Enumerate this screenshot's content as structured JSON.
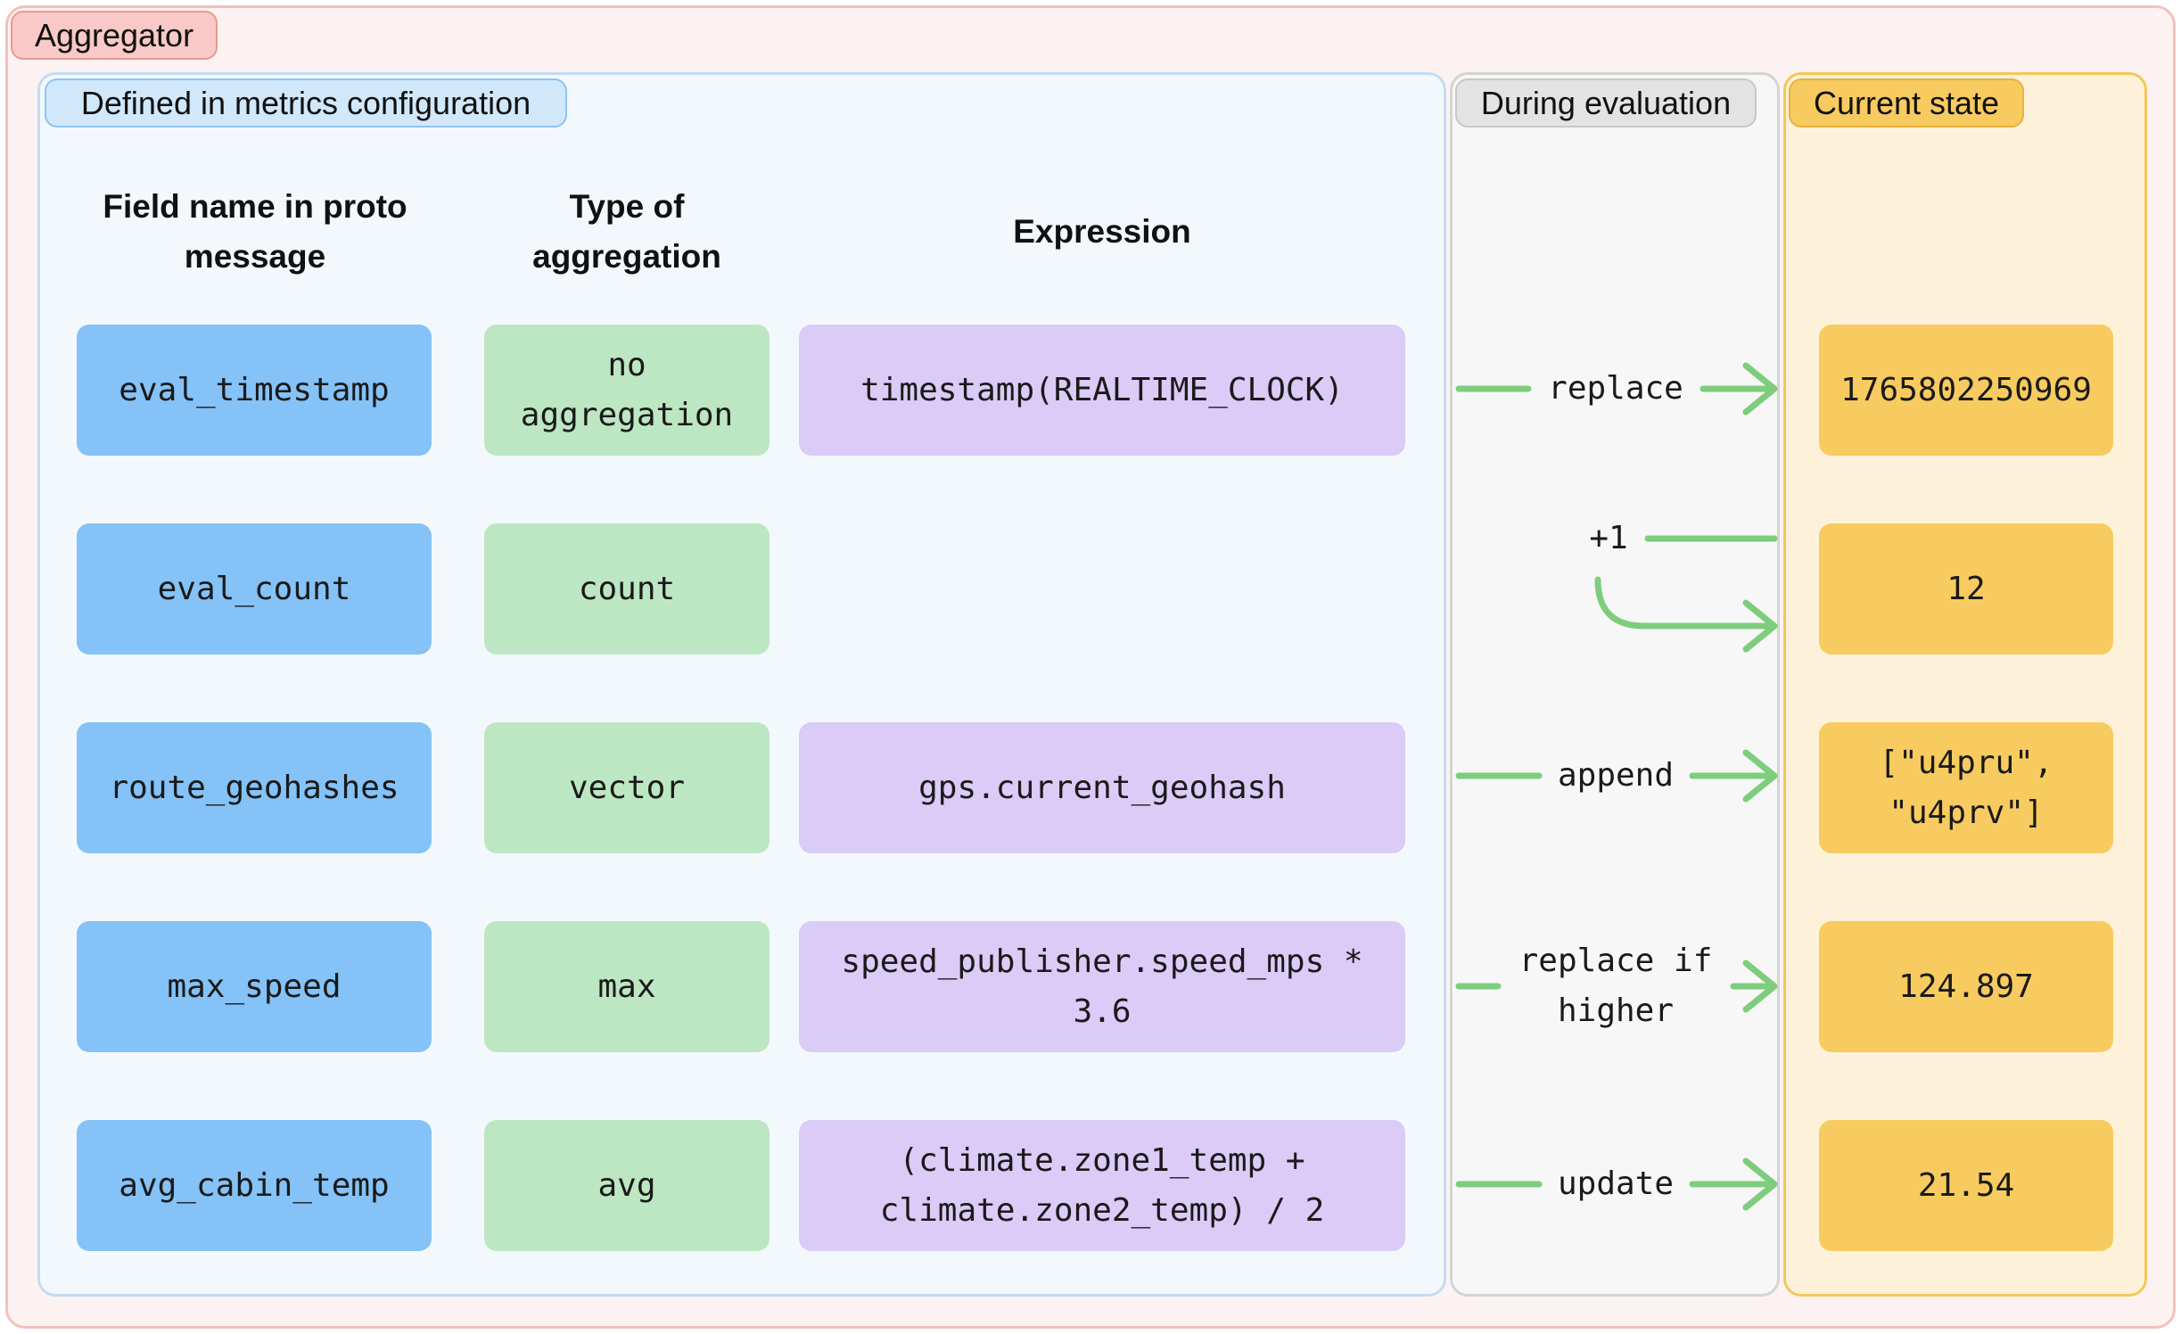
{
  "labels": {
    "aggregator": "Aggregator",
    "metrics_config": "Defined in metrics configuration",
    "during_eval": "During evaluation",
    "current_state": "Current state"
  },
  "headers": {
    "field": "Field name in proto message",
    "agg_type": "Type of aggregation",
    "expression": "Expression"
  },
  "rows": [
    {
      "field": "eval_timestamp",
      "agg": "no aggregation",
      "expr": "timestamp(REALTIME_CLOCK)",
      "op": "replace",
      "state": "1765802250969"
    },
    {
      "field": "eval_count",
      "agg": "count",
      "expr": "",
      "op": "+1",
      "state": "12"
    },
    {
      "field": "route_geohashes",
      "agg": "vector",
      "expr": "gps.current_geohash",
      "op": "append",
      "state": "[\"u4pru\", \"u4prv\"]"
    },
    {
      "field": "max_speed",
      "agg": "max",
      "expr": "speed_publisher.speed_mps * 3.6",
      "op": "replace if higher",
      "state": "124.897"
    },
    {
      "field": "avg_cabin_temp",
      "agg": "avg",
      "expr": "(climate.zone1_temp + climate.zone2_temp) / 2",
      "op": "update",
      "state": "21.54"
    }
  ],
  "colors": {
    "aggregator_bg": "#fdf2f2",
    "aggregator_border": "#f3c1bd",
    "config_bg": "#f3f8fd",
    "config_border": "#c2dcf2",
    "eval_bg": "#f7f7f7",
    "eval_border": "#d4d4d4",
    "state_bg": "#fdf2d9",
    "state_border": "#f4c75a",
    "arrow": "#7dcd7d"
  }
}
